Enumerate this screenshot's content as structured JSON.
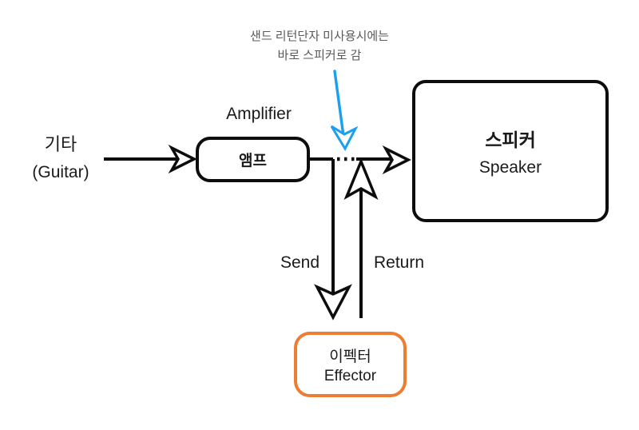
{
  "annotation": {
    "line1": "샌드 리턴단자 미사용시에는",
    "line2": "바로 스피커로 감"
  },
  "guitar": {
    "korean": "기타",
    "english": "(Guitar)"
  },
  "amplifier": {
    "caption": "Amplifier",
    "box_label": "앰프"
  },
  "speaker": {
    "korean": "스피커",
    "english": "Speaker"
  },
  "labels": {
    "send": "Send",
    "return": "Return"
  },
  "effector": {
    "korean": "이펙터",
    "english": "Effector"
  },
  "icons": {
    "signal_arrows": "stealth-arrow-icon",
    "bypass_pointer": "blue-arrow-icon"
  },
  "colors": {
    "line": "#0d0d0d",
    "accent_blue": "#1b9ff0",
    "effector_orange": "#ed7d31",
    "annotation_gray": "#595959",
    "text": "#1a1a1a"
  }
}
